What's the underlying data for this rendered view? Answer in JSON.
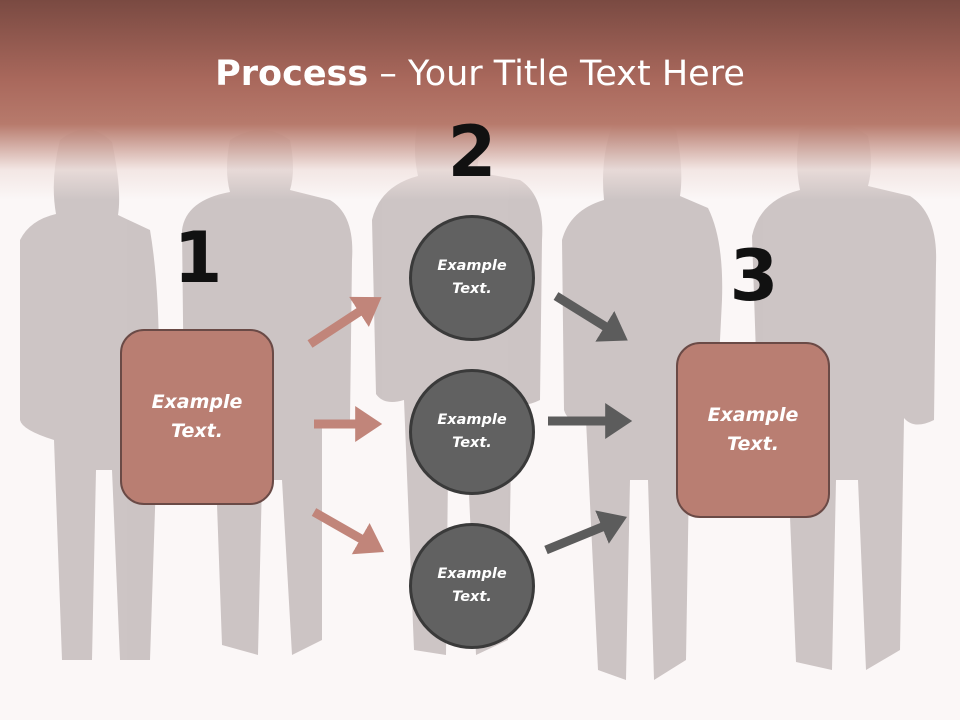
{
  "slide": {
    "title_bold": "Process",
    "title_rest": " – Your Title Text Here",
    "step_numbers": [
      "1",
      "2",
      "3"
    ],
    "left_box": "Example\nText.",
    "right_box": "Example\nText.",
    "circles": [
      "Example\nText.",
      "Example\nText.",
      "Example\nText."
    ]
  },
  "colors": {
    "title_band": "#a9685c",
    "box_fill": "#b97e72",
    "circle_fill": "#616161",
    "arrow_left": "#c1857a",
    "arrow_right": "#5c5c5c"
  }
}
